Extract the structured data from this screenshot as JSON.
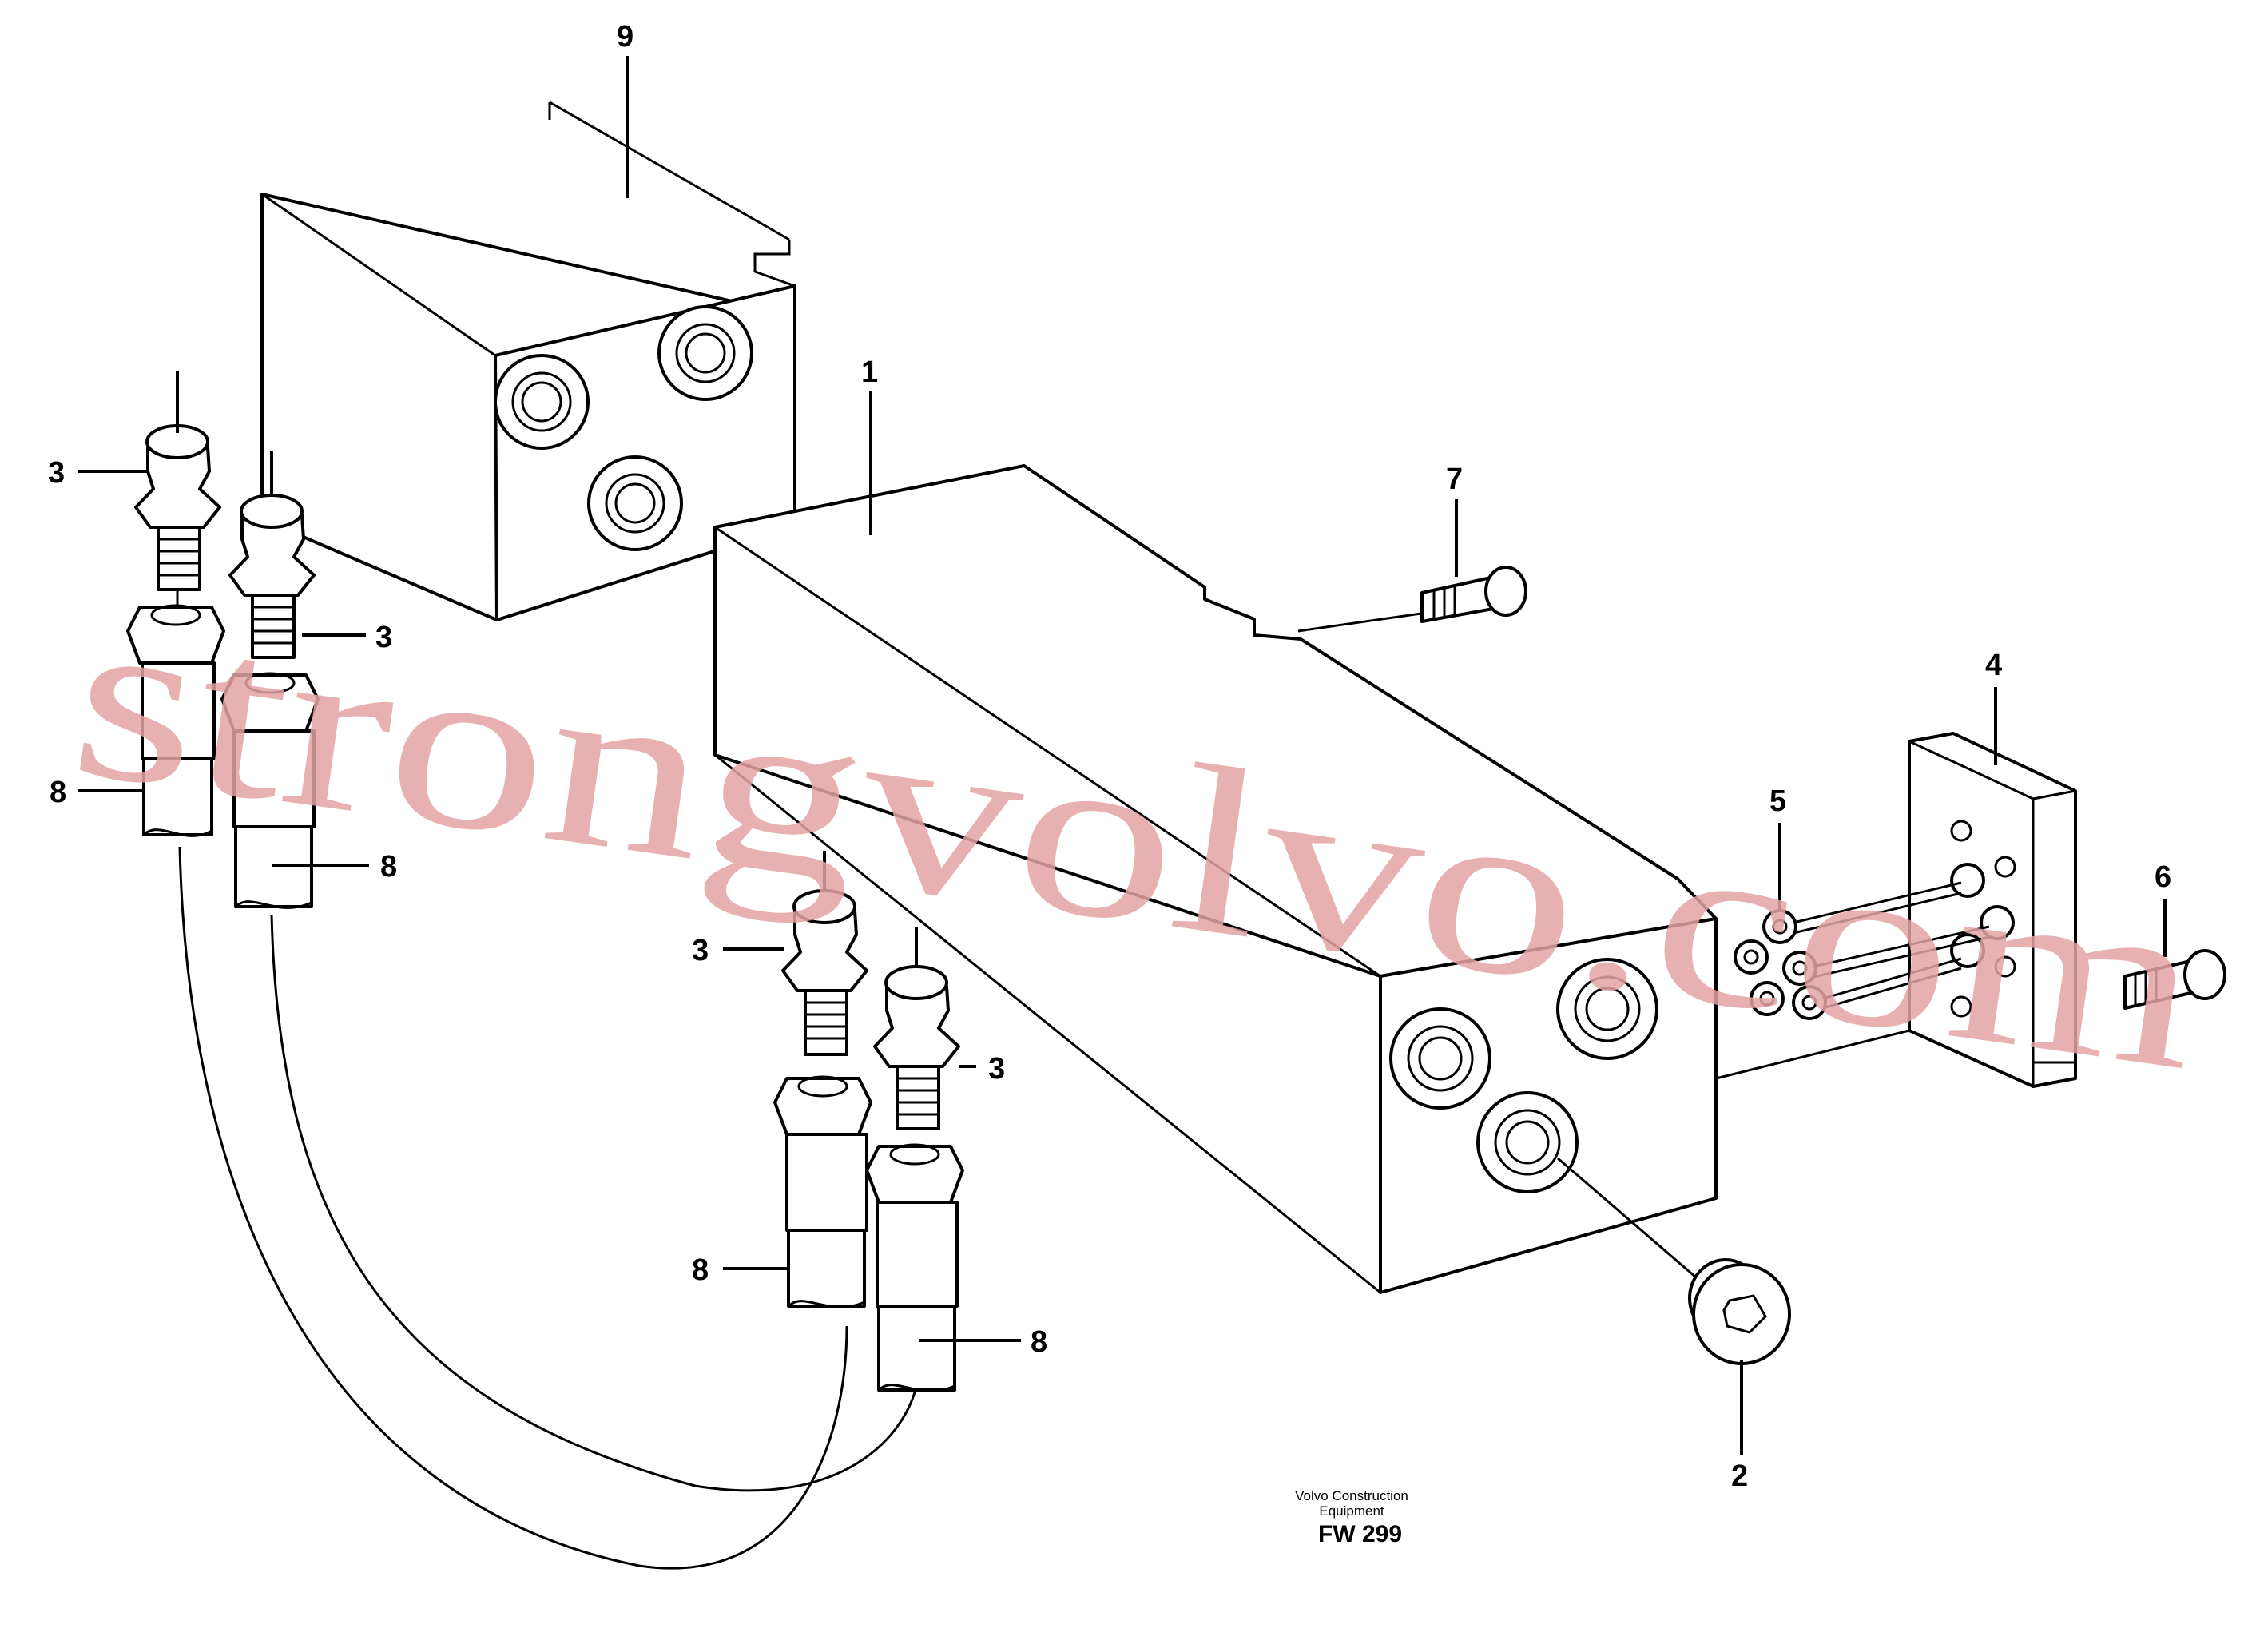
{
  "callouts": [
    "9",
    "1",
    "7",
    "4",
    "5",
    "6",
    "3",
    "3",
    "3",
    "3",
    "8",
    "8",
    "8",
    "8",
    "2"
  ],
  "footer": {
    "brand_line1": "Volvo Construction",
    "brand_line2": "Equipment",
    "code": "FW 299"
  },
  "watermark": "strongvolvo.com"
}
